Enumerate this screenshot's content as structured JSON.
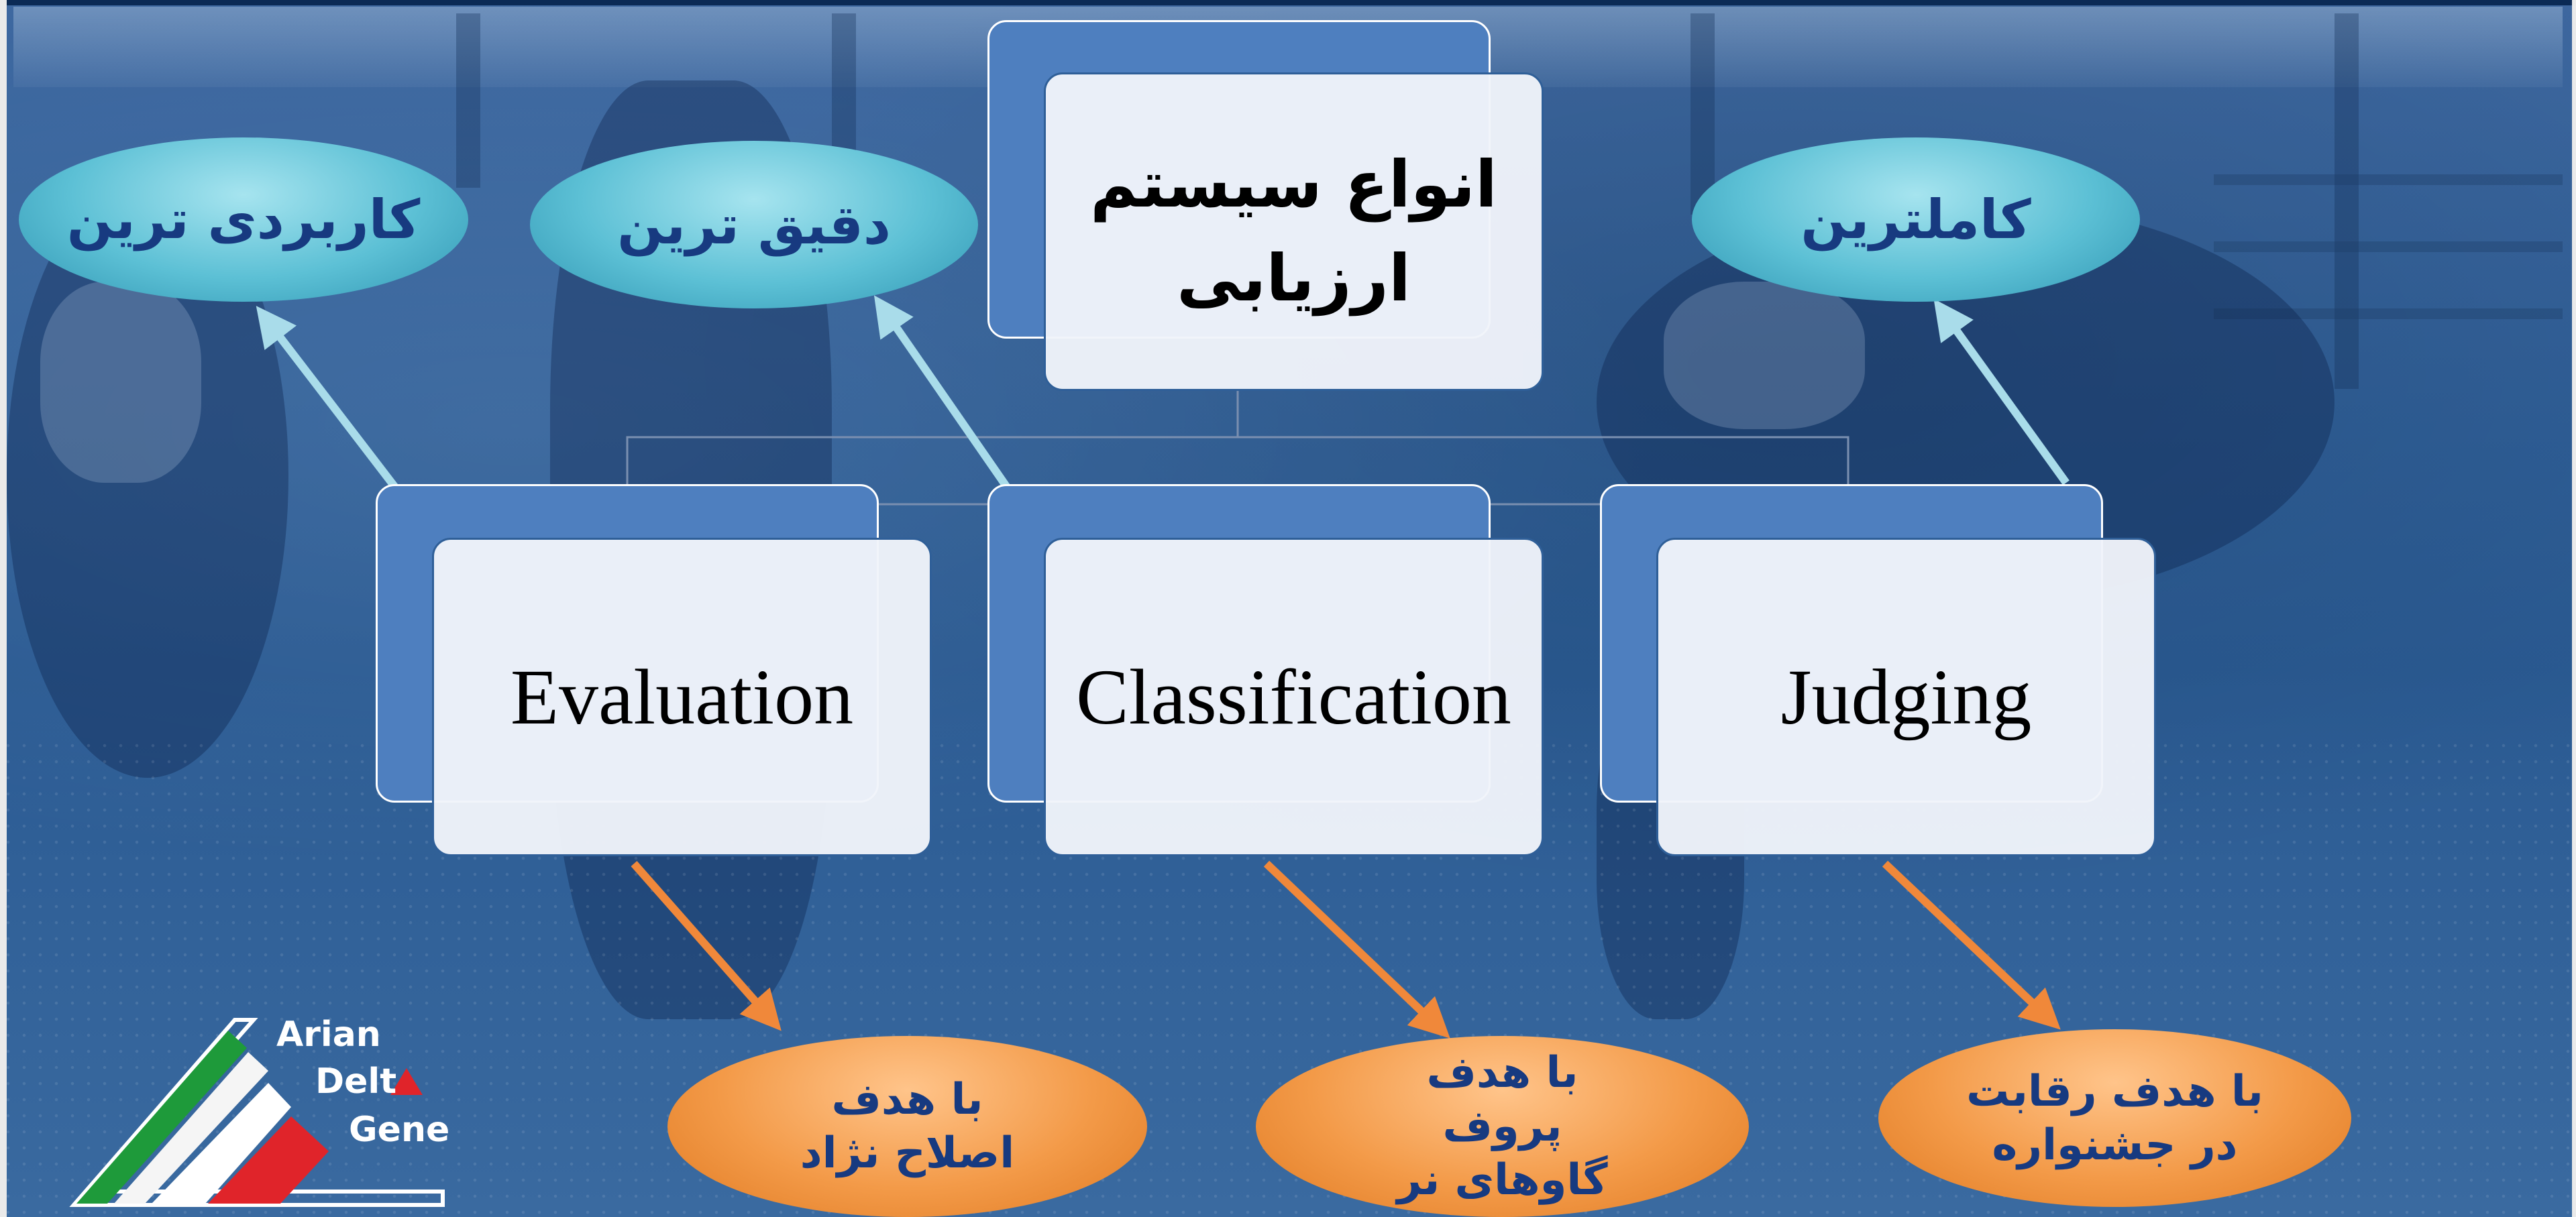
{
  "title": "انواع سیستم ارزیابی",
  "systems": [
    {
      "label": "Evaluation",
      "goal": "با هدف اصلاح نژاد",
      "attribute": "کاربردی ترین"
    },
    {
      "label": "Classification",
      "goal": "با هدف پروف گاوهای نر",
      "attribute": "دقیق ترین"
    },
    {
      "label": "Judging",
      "goal": "با هدف رقابت در جشنواره",
      "attribute": "کاملترین"
    }
  ],
  "logo": {
    "line1": "Arian",
    "line2": "Delt",
    "line3": "Gene"
  },
  "colors": {
    "up_arrow": "#a9dcea",
    "down_arrow": "#f0883a",
    "logo_green": "#1e9a3a",
    "logo_red": "#e0242a"
  }
}
